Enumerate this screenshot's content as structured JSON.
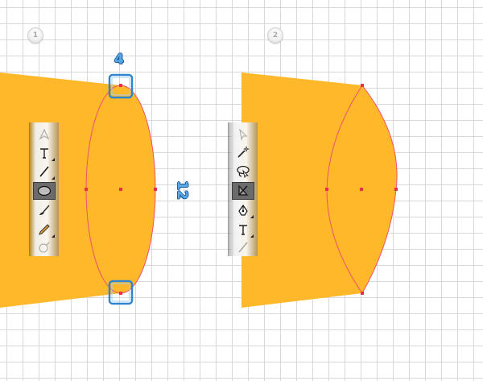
{
  "steps": {
    "first": "1",
    "second": "2"
  },
  "dimensions": {
    "top_height": "4",
    "right_width": "12"
  },
  "colors": {
    "fill": "#FFB82A",
    "path": "#F0506E",
    "anchor": "#E8304A",
    "highlight": "#3A95DC",
    "grid": "#D9D9D9"
  },
  "toolbar_left": {
    "tools": [
      {
        "name": "pen-tool-icon",
        "selected": false
      },
      {
        "name": "type-tool-icon",
        "selected": false
      },
      {
        "name": "line-segment-tool-icon",
        "selected": false
      },
      {
        "name": "ellipse-tool-icon",
        "selected": true
      },
      {
        "name": "paintbrush-tool-icon",
        "selected": false
      },
      {
        "name": "pencil-tool-icon",
        "selected": false
      },
      {
        "name": "blob-brush-tool-icon",
        "selected": false
      }
    ]
  },
  "toolbar_right": {
    "tools": [
      {
        "name": "arrow-tool-icon",
        "selected": false
      },
      {
        "name": "magic-wand-tool-icon",
        "selected": false
      },
      {
        "name": "lasso-tool-icon",
        "selected": false
      },
      {
        "name": "direct-selection-tool-icon",
        "selected": true
      },
      {
        "name": "pen-tool-icon",
        "selected": false
      },
      {
        "name": "type-tool-icon",
        "selected": false
      },
      {
        "name": "line-segment-tool-icon",
        "selected": false
      }
    ]
  }
}
